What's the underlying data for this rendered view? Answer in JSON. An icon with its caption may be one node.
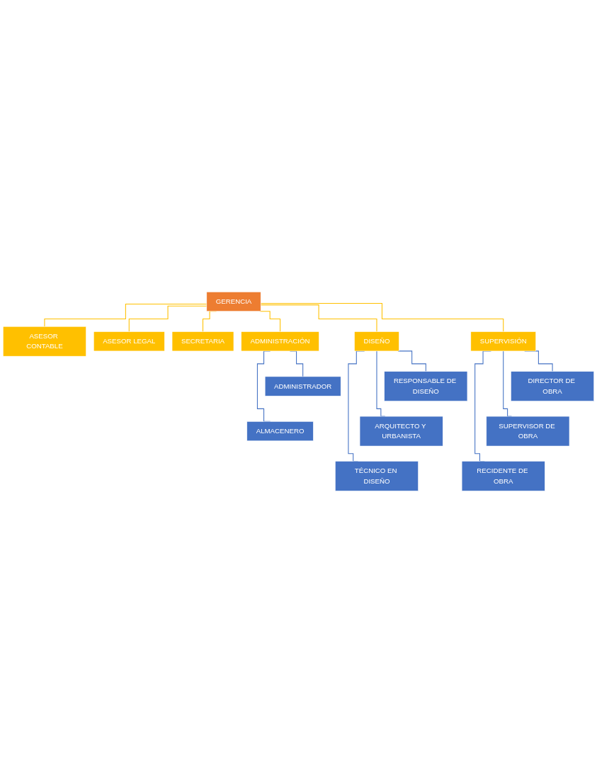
{
  "diagram": {
    "nodes": [
      {
        "text": [
          "GERENCIA"
        ]
      },
      {
        "text": [
          "ASESOR CONTABLE"
        ]
      },
      {
        "text": [
          "ASESOR LEGAL"
        ]
      },
      {
        "text": [
          "SECRETARIA"
        ]
      },
      {
        "text": [
          "ADMINISTRACIÓN"
        ]
      },
      {
        "text": [
          "DISEÑO"
        ]
      },
      {
        "text": [
          "SUPERVISIÓN"
        ]
      },
      {
        "text": [
          "ADMINISTRADOR"
        ]
      },
      {
        "text": [
          "ALMACENERO"
        ]
      },
      {
        "text": [
          "RESPONSABLE DE DISEÑO"
        ]
      },
      {
        "text": [
          "ARQUITECTO Y URBANISTA"
        ]
      },
      {
        "text": [
          "TÉCNICO EN DISEÑO"
        ]
      },
      {
        "text": [
          "DIRECTOR DE OBRA"
        ]
      },
      {
        "text": [
          "SUPERVISOR DE OBRA"
        ]
      },
      {
        "text": [
          "RECIDENTE DE OBRA"
        ]
      }
    ],
    "edges": [
      {
        "from": 0,
        "to": 1,
        "arrow": "none",
        "color": "#ffc000"
      },
      {
        "from": 0,
        "to": 2,
        "arrow": "none",
        "color": "#ffc000"
      },
      {
        "from": 0,
        "to": 3,
        "arrow": "none",
        "color": "#ffc000"
      },
      {
        "from": 0,
        "to": 4,
        "arrow": "none",
        "color": "#ffc000"
      },
      {
        "from": 0,
        "to": 5,
        "arrow": "none",
        "color": "#ffc000"
      },
      {
        "from": 0,
        "to": 6,
        "arrow": "none",
        "color": "#ffc000"
      },
      {
        "from": 4,
        "to": 7,
        "arrow": "none"
      },
      {
        "from": 4,
        "to": 8,
        "arrow": "none"
      },
      {
        "from": 5,
        "to": 9,
        "arrow": "none"
      },
      {
        "from": 5,
        "to": 10,
        "arrow": "none"
      },
      {
        "from": 5,
        "to": 11,
        "arrow": "none"
      },
      {
        "from": 6,
        "to": 12,
        "arrow": "none"
      },
      {
        "from": 6,
        "to": 13,
        "arrow": "none"
      },
      {
        "from": 6,
        "to": 14,
        "arrow": "none"
      }
    ]
  }
}
